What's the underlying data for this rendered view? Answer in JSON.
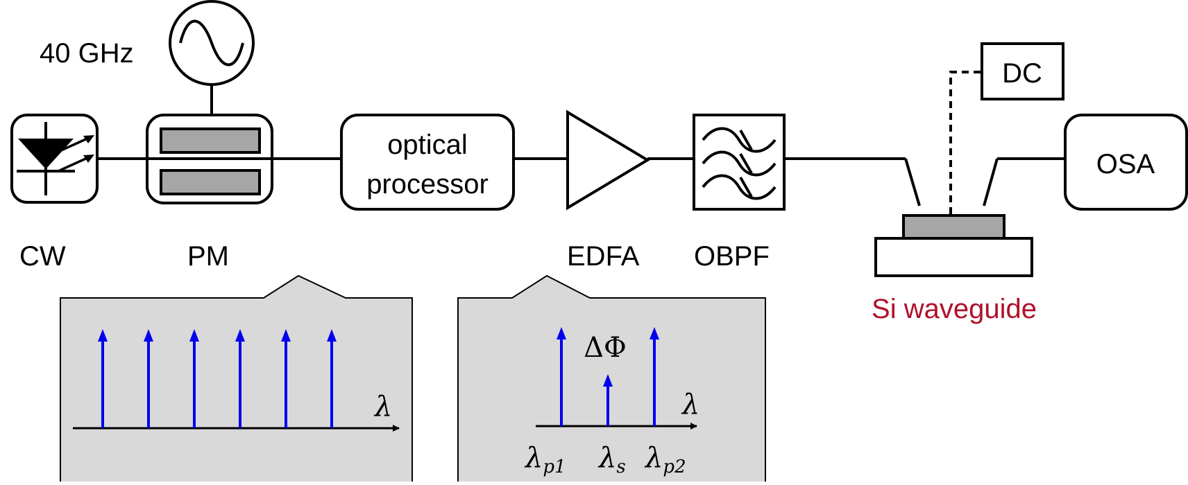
{
  "labels": {
    "rf_freq": "40 GHz",
    "cw": "CW",
    "pm": "PM",
    "optical_processor_line1": "optical",
    "optical_processor_line2": "processor",
    "edfa": "EDFA",
    "obpf": "OBPF",
    "dc": "DC",
    "osa": "OSA",
    "si_waveguide": "Si waveguide"
  },
  "spectrum_left": {
    "axis_label": "λ",
    "line_count": 6
  },
  "spectrum_right": {
    "axis_label": "λ",
    "phase_label": "ΔΦ",
    "tick_labels": [
      {
        "base": "λ",
        "sub": "p1"
      },
      {
        "base": "λ",
        "sub": "s"
      },
      {
        "base": "λ",
        "sub": "p2"
      }
    ]
  },
  "colors": {
    "spectral_lines": "#0000ee",
    "waveguide_label": "#b0102a",
    "panel_fill": "#d9d9d9",
    "component_fill": "#a6a6a6"
  }
}
